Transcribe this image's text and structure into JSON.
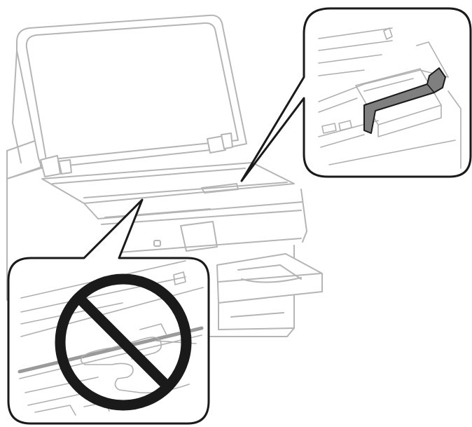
{
  "figure": {
    "printer_body_color": "#b5b5b5",
    "callout_border_color": "#1a1a1a",
    "protective_tape_color": "#7f7f7f",
    "prohibition_sign_color": "#1a1a1a"
  },
  "callouts": [
    {
      "name": "protective-tape-detail",
      "shows": "tape-highlighted"
    },
    {
      "name": "do-not-touch-detail",
      "shows": "prohibition-sign"
    }
  ]
}
